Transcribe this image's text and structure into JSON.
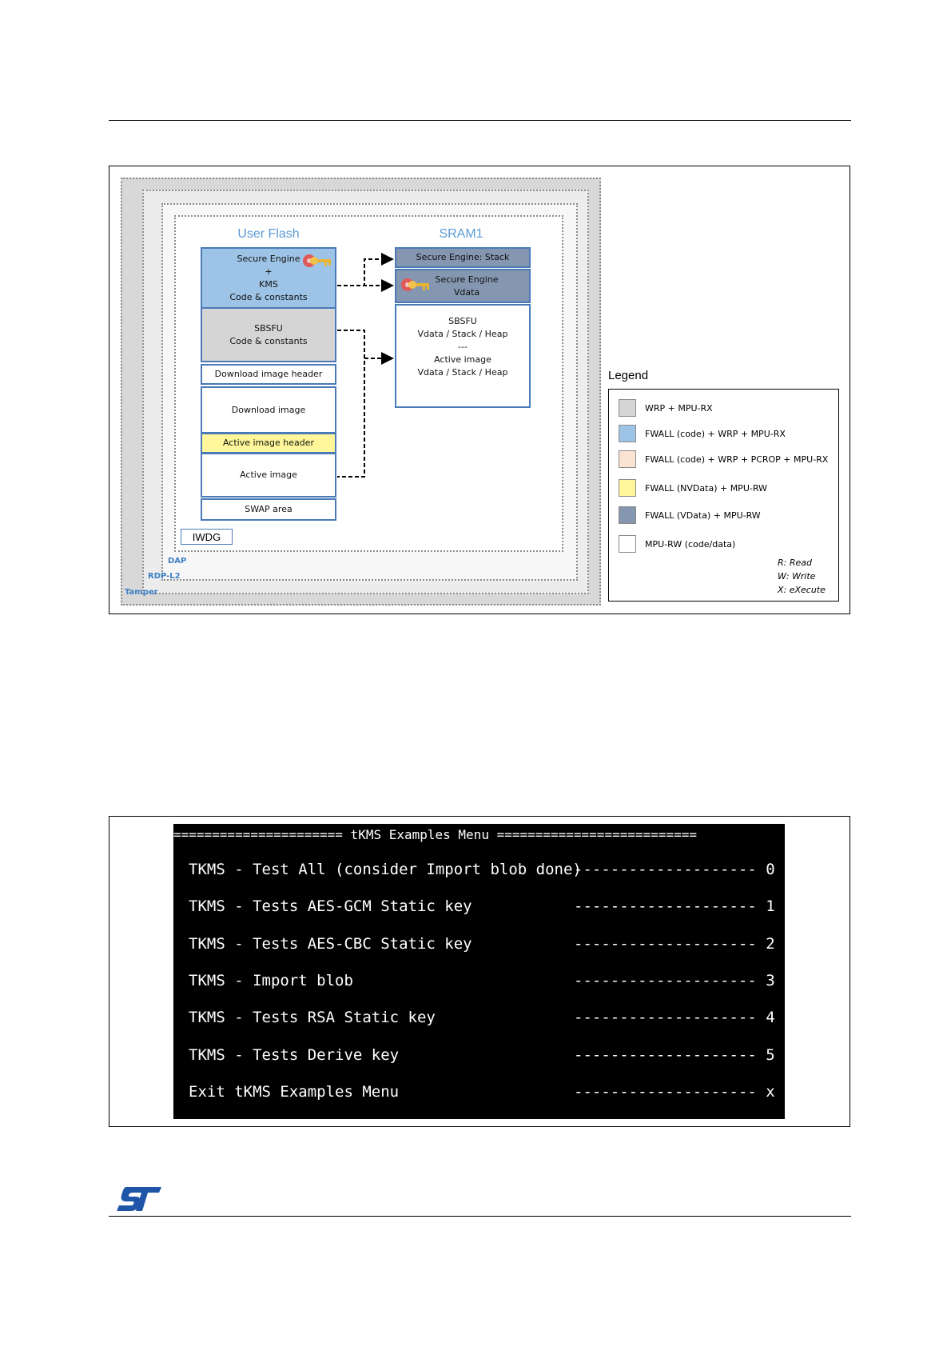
{
  "figure1": {
    "zones": {
      "tamper": "Tamper",
      "rdp": "RDP-L2",
      "dap": "DAP"
    },
    "user_flash": {
      "title": "User Flash",
      "blocks": [
        {
          "label": "Secure Engine\n+\nKMS\nCode & constants",
          "class": "fwall"
        },
        {
          "label": "SBSFU\nCode & constants",
          "class": "wrp"
        },
        {
          "label": "Download image header",
          "class": "white"
        },
        {
          "label": "Download image",
          "class": "white"
        },
        {
          "label": "Active image header",
          "class": "nvdata"
        },
        {
          "label": "Active image",
          "class": "white"
        },
        {
          "label": "SWAP area",
          "class": "white"
        }
      ]
    },
    "sram1": {
      "title": "SRAM1",
      "blocks": [
        {
          "label": "Secure Engine:  Stack",
          "class": "vdata"
        },
        {
          "label": "Secure Engine\nVdata",
          "class": "vdata"
        },
        {
          "label": "SBSFU\nVdata / Stack / Heap\n---\nActive image\nVdata / Stack / Heap",
          "class": "white"
        }
      ]
    },
    "iwdg": "IWDG",
    "legend": {
      "title": "Legend",
      "items": [
        {
          "color": "#d5d5d5",
          "label": "WRP + MPU-RX"
        },
        {
          "color": "#9dc3e6",
          "label": "FWALL (code) + WRP + MPU-RX"
        },
        {
          "color": "#fbe3d3",
          "label": "FWALL (code) + WRP + PCROP + MPU-RX"
        },
        {
          "color": "#fff79a",
          "label": "FWALL (NVData) + MPU-RW"
        },
        {
          "color": "#8496b0",
          "label": "FWALL (VData) + MPU-RW"
        },
        {
          "color": "#ffffff",
          "label": "MPU-RW (code/data)"
        }
      ],
      "abbreviations": [
        "R: Read",
        "W: Write",
        "X: eXecute"
      ]
    }
  },
  "figure2": {
    "console_title": "====================== tKMS Examples Menu ==========================",
    "menu": [
      {
        "label": "TKMS - Test All (consider Import blob done)",
        "dashes": "--------------------",
        "key": "0"
      },
      {
        "label": "TKMS - Tests AES-GCM Static key",
        "dashes": "--------------------",
        "key": "1"
      },
      {
        "label": "TKMS - Tests AES-CBC Static key",
        "dashes": "--------------------",
        "key": "2"
      },
      {
        "label": "TKMS - Import blob",
        "dashes": "--------------------",
        "key": "3"
      },
      {
        "label": "TKMS - Tests RSA Static key",
        "dashes": "--------------------",
        "key": "4"
      },
      {
        "label": "TKMS - Tests Derive key",
        "dashes": "--------------------",
        "key": "5"
      },
      {
        "label": "Exit tKMS Examples Menu",
        "dashes": "--------------------",
        "key": "x"
      }
    ]
  },
  "footer": {
    "logo_text": "ST",
    "logo_color": "#1f55a8"
  }
}
